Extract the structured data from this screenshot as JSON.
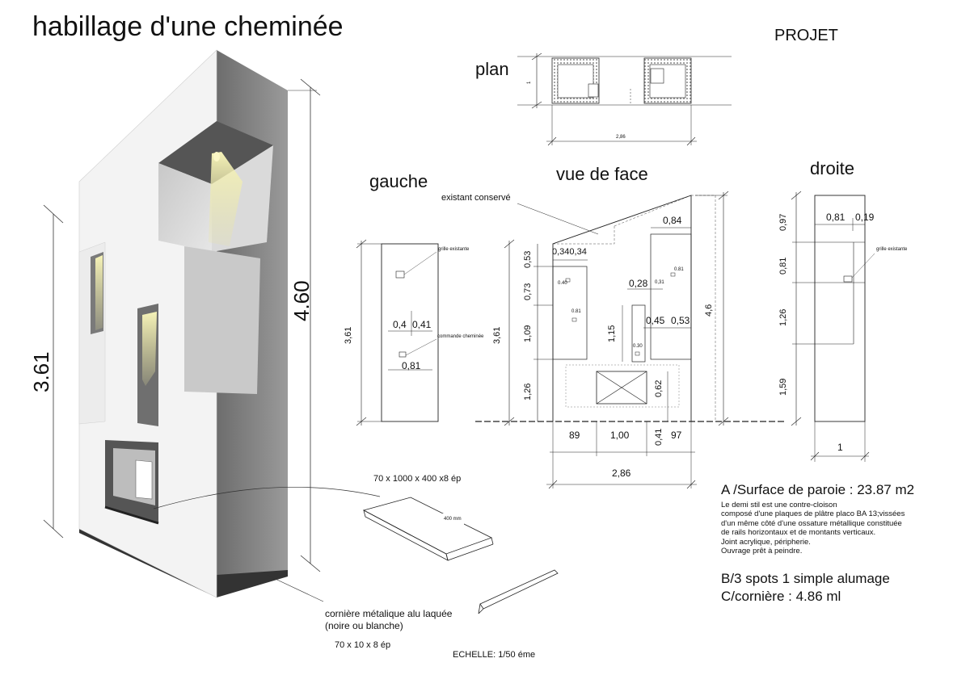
{
  "title": "habillage d'une cheminée",
  "status": "PROJET",
  "scale": "ECHELLE: 1/50  éme",
  "render3d": {
    "height_left": "3.61",
    "height_right": "4.60"
  },
  "plan": {
    "label": "plan",
    "width": "2,86",
    "side_mark": "1"
  },
  "gauche": {
    "label": "gauche",
    "height": "3,61",
    "grille": "grille existante",
    "commande": "commande cheminée",
    "dim_a": "0,4",
    "dim_b": "0,41",
    "dim_c": "0,81"
  },
  "face": {
    "label": "vue de face",
    "existant": "existant conservé",
    "height_left": "3,61",
    "height_right": "4,6",
    "v_053": "0,53",
    "v_073": "0,73",
    "v_109": "1,09",
    "v_126": "1,26",
    "v_115": "1,15",
    "v_062": "0,62",
    "v_041": "0,41",
    "h_034": "0,340,34",
    "h_084": "0,84",
    "h_028": "0,28",
    "h_045": "0,45",
    "h_053": "0,53",
    "small_040": "0.40",
    "small_081a": "0.81",
    "small_031": "0,31",
    "small_081b": "0.81",
    "small_030": "0.30",
    "b_89": "89",
    "b_100": "1,00",
    "b_97": "97",
    "total": "2,86"
  },
  "droite": {
    "label": "droite",
    "v_097": "0,97",
    "v_081": "0,81",
    "v_126": "1,26",
    "v_159": "1,59",
    "h_081": "0,81",
    "h_019": "0,19",
    "grille": "grille existante",
    "bottom": "1"
  },
  "shelf": {
    "dims": "70 x 1000 x 400 x8 ép",
    "depth": "400 mm"
  },
  "corniere": {
    "line1": "cornière métalique alu laquée",
    "line2": "(noire ou blanche)",
    "dims": "70 x 10 x 8 ép"
  },
  "notes": {
    "a_title": "A /Surface de paroie : 23.87 m2",
    "a_lines": [
      "Le demi stil est une contre-cloison",
      " composé d'une  plaques de plâtre placo BA 13;vissées",
      "d'un même côté d'une ossature métallique constituée",
      "de rails horizontaux et de montants verticaux.",
      "Joint acrylique, péripherie.",
      "Ouvrage prêt à peindre."
    ],
    "b_title": "B/3 spots 1 simple alumage",
    "c_title": "C/cornière : 4.86 ml"
  },
  "colors": {
    "wall_light": "#f2f2f2",
    "wall_side": "#8a8a8a",
    "wall_dark": "#555555",
    "glow": "#f3f0b0",
    "line": "#222222"
  }
}
